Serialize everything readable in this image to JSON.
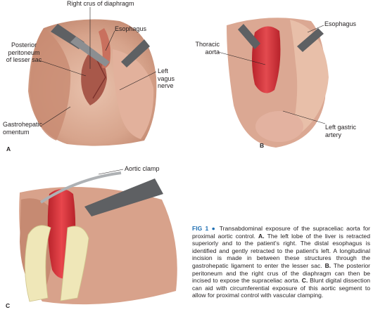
{
  "panel_a": {
    "letter": "A",
    "labels": {
      "right_crus": "Right crus of diaphragm",
      "esophagus": "Esophagus",
      "posterior_peritoneum": "Posterior\nperitoneum\nof lesser sac",
      "left_vagus": "Left vagus\nnerve",
      "gastrohepatic": "Gastrohepatic\nomentum"
    }
  },
  "panel_b": {
    "letter": "B",
    "labels": {
      "thoracic_aorta": "Thoracic\naorta",
      "esophagus": "Esophagus",
      "left_gastric": "Left gastric\nartery"
    }
  },
  "panel_c": {
    "letter": "C",
    "labels": {
      "aortic_clamp": "Aortic clamp"
    }
  },
  "caption": {
    "fig_label": "FIG 1",
    "bullet": "●",
    "intro": "Transabdominal exposure of the supraceliac aorta for proximal aortic control.",
    "a_label": "A.",
    "a_text": "The left lobe of the liver is retracted superiorly and to the patient's right. The distal esophagus is identified and gently retracted to the patient's left. A longitudinal incision is made in between these structures through the gastrohepatic ligament to enter the lesser sac.",
    "b_label": "B.",
    "b_text": "The posterior peritoneum and the right crus of the diaphragm can then be incised to expose the supraceliac aorta.",
    "c_label": "C.",
    "c_text": "Blunt digital dissection can aid with circumferential exposure of this aortic segment to allow for proximal control with vascular clamping."
  },
  "colors": {
    "tissue": "#d9a58f",
    "tissue_dark": "#b7735f",
    "aorta": "#d8353b",
    "retractor": "#5e6063",
    "glove": "#efe7b8",
    "accent": "#1f6fb2"
  }
}
